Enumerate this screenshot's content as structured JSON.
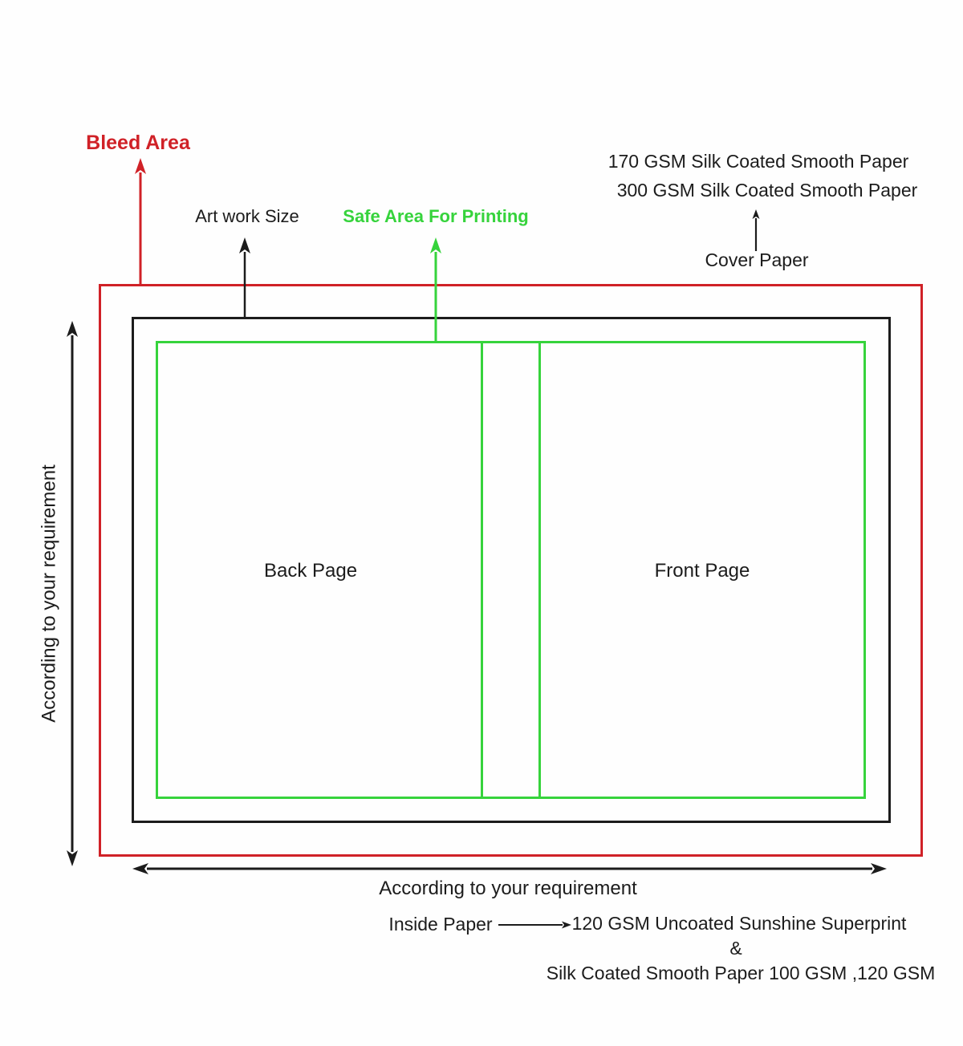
{
  "colors": {
    "red": "#d02127",
    "green": "#36d33c",
    "ink": "#1c1c1c"
  },
  "diagram": {
    "bleed_label": "Bleed Area",
    "artwork_label": "Art work Size",
    "safe_label": "Safe Area For Printing",
    "cover_spec_line1": "170 GSM Silk Coated Smooth Paper",
    "cover_spec_line2": "300 GSM Silk Coated Smooth Paper",
    "cover_paper_label": "Cover Paper",
    "back_page_label": "Back Page",
    "front_page_label": "Front Page",
    "height_dimension_label": "According to your requirement",
    "width_dimension_label": "According to your requirement",
    "inside_paper_label": "Inside Paper",
    "inside_spec_line1": "120 GSM Uncoated Sunshine Superprint",
    "inside_spec_joiner": "&",
    "inside_spec_line2": "Silk Coated Smooth Paper 100 GSM ,120 GSM"
  }
}
